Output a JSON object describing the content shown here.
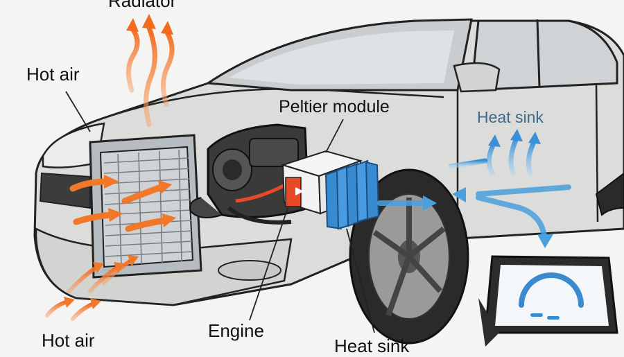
{
  "labels": {
    "radiator": "Radiator",
    "hot_air_top": "Hot air",
    "peltier_module": "Peltier module",
    "heat_sink_right": "Heat sink",
    "engine": "Engine",
    "hot_air_bottom": "Hot air",
    "heat_sink_bottom": "Heat sink"
  },
  "colors": {
    "car_body": "#dcdcda",
    "hot_arrow": "#f07828",
    "cool_arrow": "#4aa0dc",
    "peltier_hot_side": "#e84a28",
    "heat_sink_fins": "#3a8ad0",
    "gauge_accent": "#3a8ad0"
  }
}
